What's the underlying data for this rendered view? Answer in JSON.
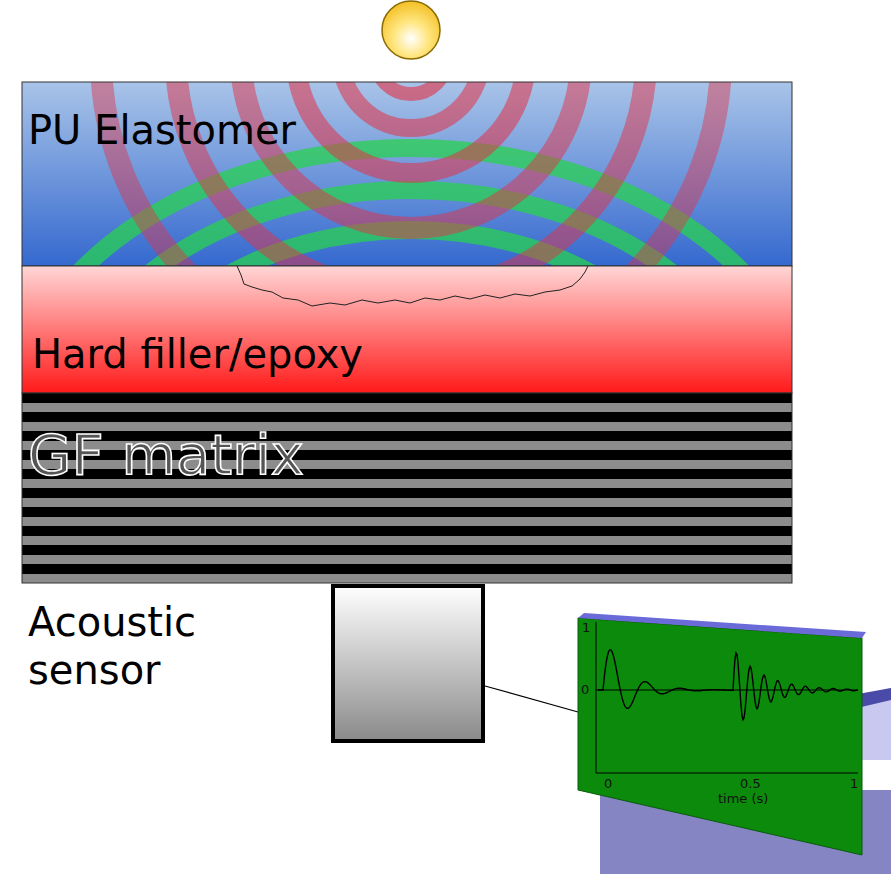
{
  "diagram": {
    "nodes": [
      {
        "text": [
          "PU Elastomer"
        ]
      },
      {
        "text": [
          "Hard filler/epoxy"
        ]
      },
      {
        "text": [
          "GF matrix"
        ]
      },
      {
        "text": [
          "Acoustic sensor"
        ]
      }
    ],
    "labels": [
      "1",
      "0",
      "0",
      "0.5",
      "time (s)",
      "1"
    ]
  }
}
